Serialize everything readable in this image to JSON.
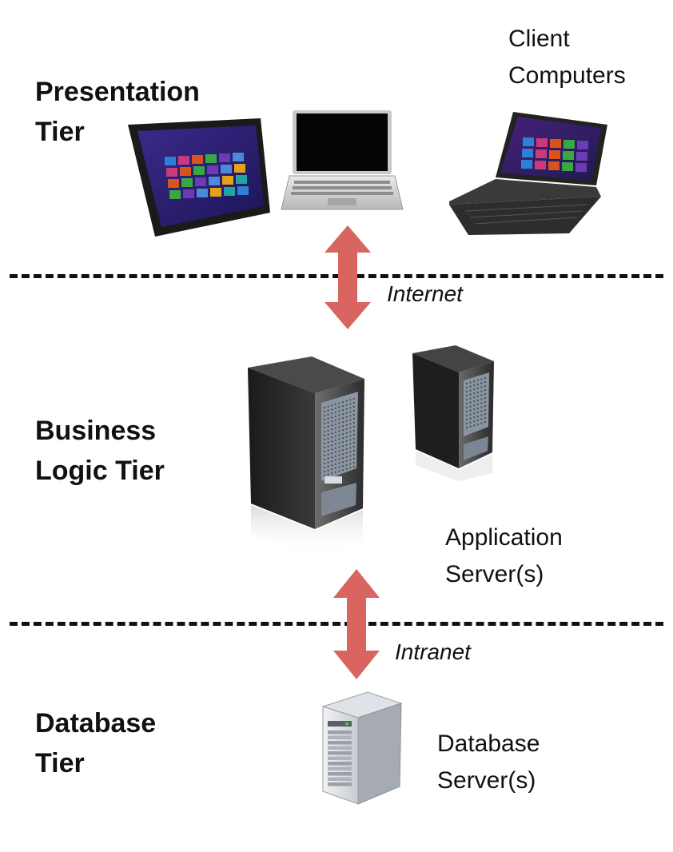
{
  "tiers": {
    "presentation": [
      "Presentation",
      "Tier"
    ],
    "business": [
      "Business",
      "Logic Tier"
    ],
    "database": [
      "Database",
      "Tier"
    ]
  },
  "captions": {
    "clients": [
      "Client",
      "Computers"
    ],
    "app_servers": [
      "Application",
      "Server(s)"
    ],
    "db_servers": [
      "Database",
      "Server(s)"
    ]
  },
  "links": {
    "upper": "Internet",
    "lower": "Intranet"
  },
  "colors": {
    "arrow": "#d8655f",
    "tile_palette": [
      "#2e7fd6",
      "#3aa745",
      "#e3a21a",
      "#c93a7c",
      "#6c3bb5",
      "#1fa3a3",
      "#d9531e",
      "#4b89dc"
    ]
  },
  "icons": [
    "tablet-icon",
    "laptop-icon",
    "surface-tablet-icon",
    "tower-server-icon",
    "tower-server-icon",
    "database-server-icon"
  ]
}
